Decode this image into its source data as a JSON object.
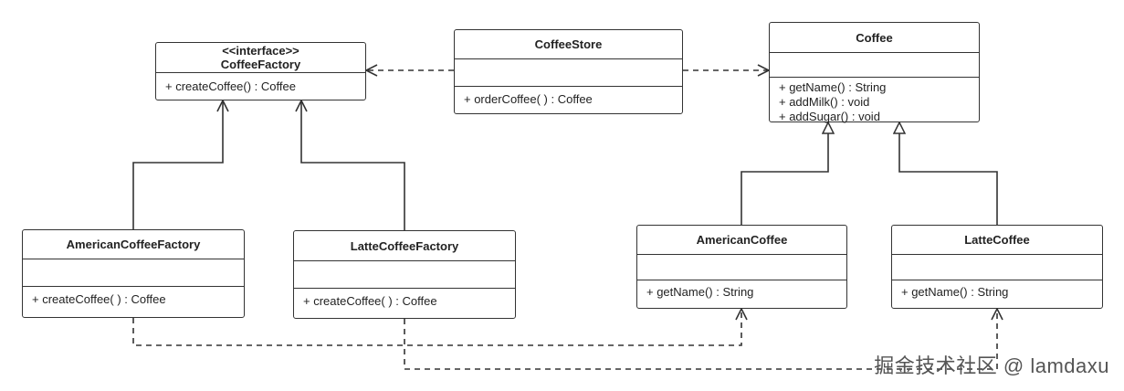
{
  "interface": {
    "stereotype": "<<interface>>",
    "name": "CoffeeFactory",
    "operations": [
      "+ createCoffee() : Coffee"
    ]
  },
  "coffee_store": {
    "name": "CoffeeStore",
    "operations": [
      "+ orderCoffee( ) : Coffee"
    ]
  },
  "coffee": {
    "name": "Coffee",
    "operations": [
      "+ getName() : String",
      "+ addMilk() : void",
      "+ addSugar() : void"
    ]
  },
  "american_factory": {
    "name": "AmericanCoffeeFactory",
    "operations": [
      "+ createCoffee( ) : Coffee"
    ]
  },
  "latte_factory": {
    "name": "LatteCoffeeFactory",
    "operations": [
      "+ createCoffee( ) : Coffee"
    ]
  },
  "american_coffee": {
    "name": "AmericanCoffee",
    "operations": [
      "+ getName() : String"
    ]
  },
  "latte_coffee": {
    "name": "LatteCoffee",
    "operations": [
      "+ getName() : String"
    ]
  },
  "watermark": "掘金技术社区 @ lamdaxu"
}
